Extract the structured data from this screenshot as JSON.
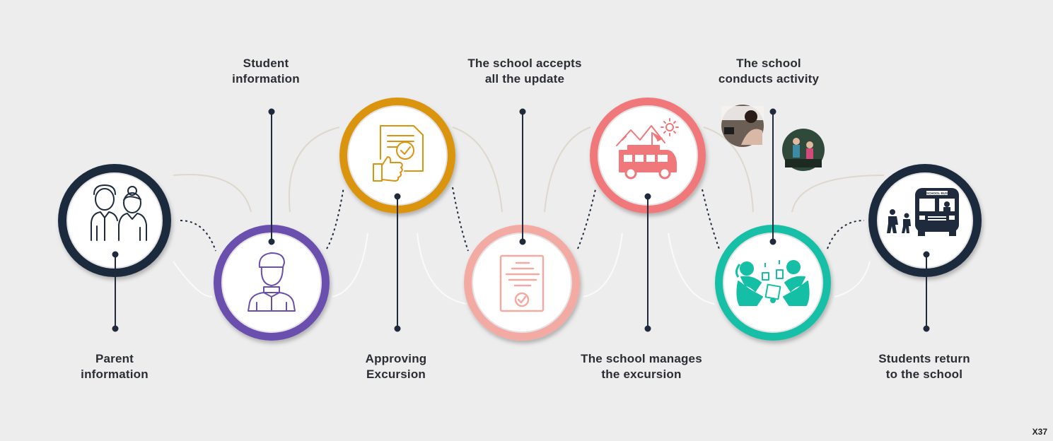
{
  "colors": {
    "background": "#ededed",
    "step1": "#1f2b3d",
    "step2": "#6b4fae",
    "step3": "#db9410",
    "step4": "#f3aaa3",
    "step5": "#f1787a",
    "step6": "#15bfa5",
    "step7": "#1f2b3d",
    "connector": "#1f2b3d"
  },
  "steps": [
    {
      "id": "parent",
      "label_lines": [
        "Parent",
        "information"
      ],
      "icon": "parents-icon"
    },
    {
      "id": "student",
      "label_lines": [
        "Student",
        "information"
      ],
      "icon": "student-icon"
    },
    {
      "id": "approve",
      "label_lines": [
        "Approving",
        "Excursion"
      ],
      "icon": "approved-document-icon"
    },
    {
      "id": "accept",
      "label_lines": [
        "The school accepts",
        "all the update"
      ],
      "icon": "checked-report-icon"
    },
    {
      "id": "manage",
      "label_lines": [
        "The school manages",
        "the excursion"
      ],
      "icon": "excursion-van-icon"
    },
    {
      "id": "activity",
      "label_lines": [
        "The school",
        "conducts activity"
      ],
      "icon": "students-activity-icon"
    },
    {
      "id": "return",
      "label_lines": [
        "Students return",
        "to the school"
      ],
      "icon": "school-bus-icon"
    }
  ],
  "corner_code": "X37",
  "bus_sign": "SCHOOL BUS"
}
